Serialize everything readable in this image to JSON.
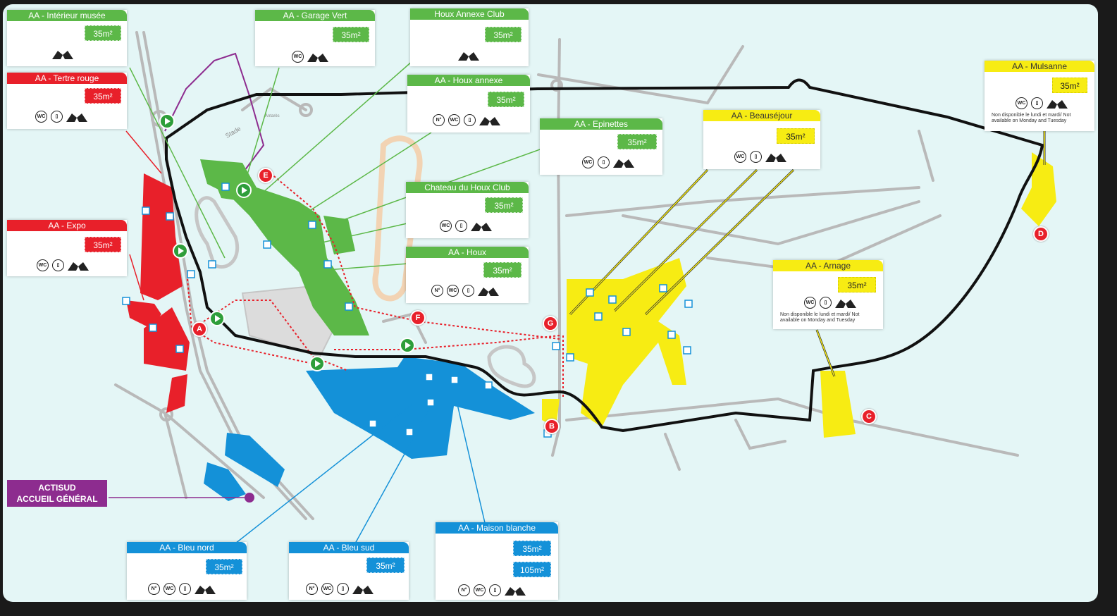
{
  "areas": {
    "interieur_musee": {
      "title": "AA - Intérieur musée",
      "sizes": [
        "35m²"
      ]
    },
    "garage_vert": {
      "title": "AA - Garage Vert",
      "sizes": [
        "35m²"
      ]
    },
    "houx_annexe_club": {
      "title": "Houx Annexe Club",
      "sizes": [
        "35m²"
      ]
    },
    "tertre_rouge": {
      "title": "AA - Tertre rouge",
      "sizes": [
        "35m²"
      ]
    },
    "houx_annexe": {
      "title": "AA - Houx annexe",
      "sizes": [
        "35m²"
      ]
    },
    "epinettes": {
      "title": "AA - Epinettes",
      "sizes": [
        "35m²"
      ]
    },
    "beausejour": {
      "title": "AA - Beauséjour",
      "sizes": [
        "35m²"
      ]
    },
    "mulsanne": {
      "title": "AA - Mulsanne",
      "sizes": [
        "35m²"
      ],
      "note": "Non disponible le lundi et mardi/ Not available on Monday and Tuesday"
    },
    "expo": {
      "title": "AA - Expo",
      "sizes": [
        "35m²"
      ]
    },
    "chateau_houx_club": {
      "title": "Chateau du Houx Club",
      "sizes": [
        "35m²"
      ]
    },
    "houx": {
      "title": "AA - Houx",
      "sizes": [
        "35m²"
      ]
    },
    "arnage": {
      "title": "AA - Arnage",
      "sizes": [
        "35m²"
      ],
      "note": "Non disponible le lundi et mardi/ Not available on Monday and Tuesday"
    },
    "bleu_nord": {
      "title": "AA - Bleu nord",
      "sizes": [
        "35m²"
      ]
    },
    "bleu_sud": {
      "title": "AA - Bleu sud",
      "sizes": [
        "35m²"
      ]
    },
    "maison_blanche": {
      "title": "AA - Maison blanche",
      "sizes": [
        "35m²",
        "105m²"
      ]
    }
  },
  "amenity_icons": {
    "wc": "WC",
    "number": "N°",
    "door": "door-icon",
    "tent": "tent-icon"
  },
  "markers": [
    "A",
    "B",
    "C",
    "D",
    "E",
    "F",
    "G"
  ],
  "place_labels": {
    "stade": "Stade",
    "antarès": "Antarès"
  },
  "actisud": {
    "line1": "ACTISUD",
    "line2": "ACCUEIL GÉNÉRAL"
  },
  "colors": {
    "green": "#5cb848",
    "red": "#e8202a",
    "yellow": "#f7ec13",
    "blue": "#1491d8",
    "purple": "#8d2c8f",
    "water": "#e4f6f6",
    "circuit": "#111111"
  }
}
